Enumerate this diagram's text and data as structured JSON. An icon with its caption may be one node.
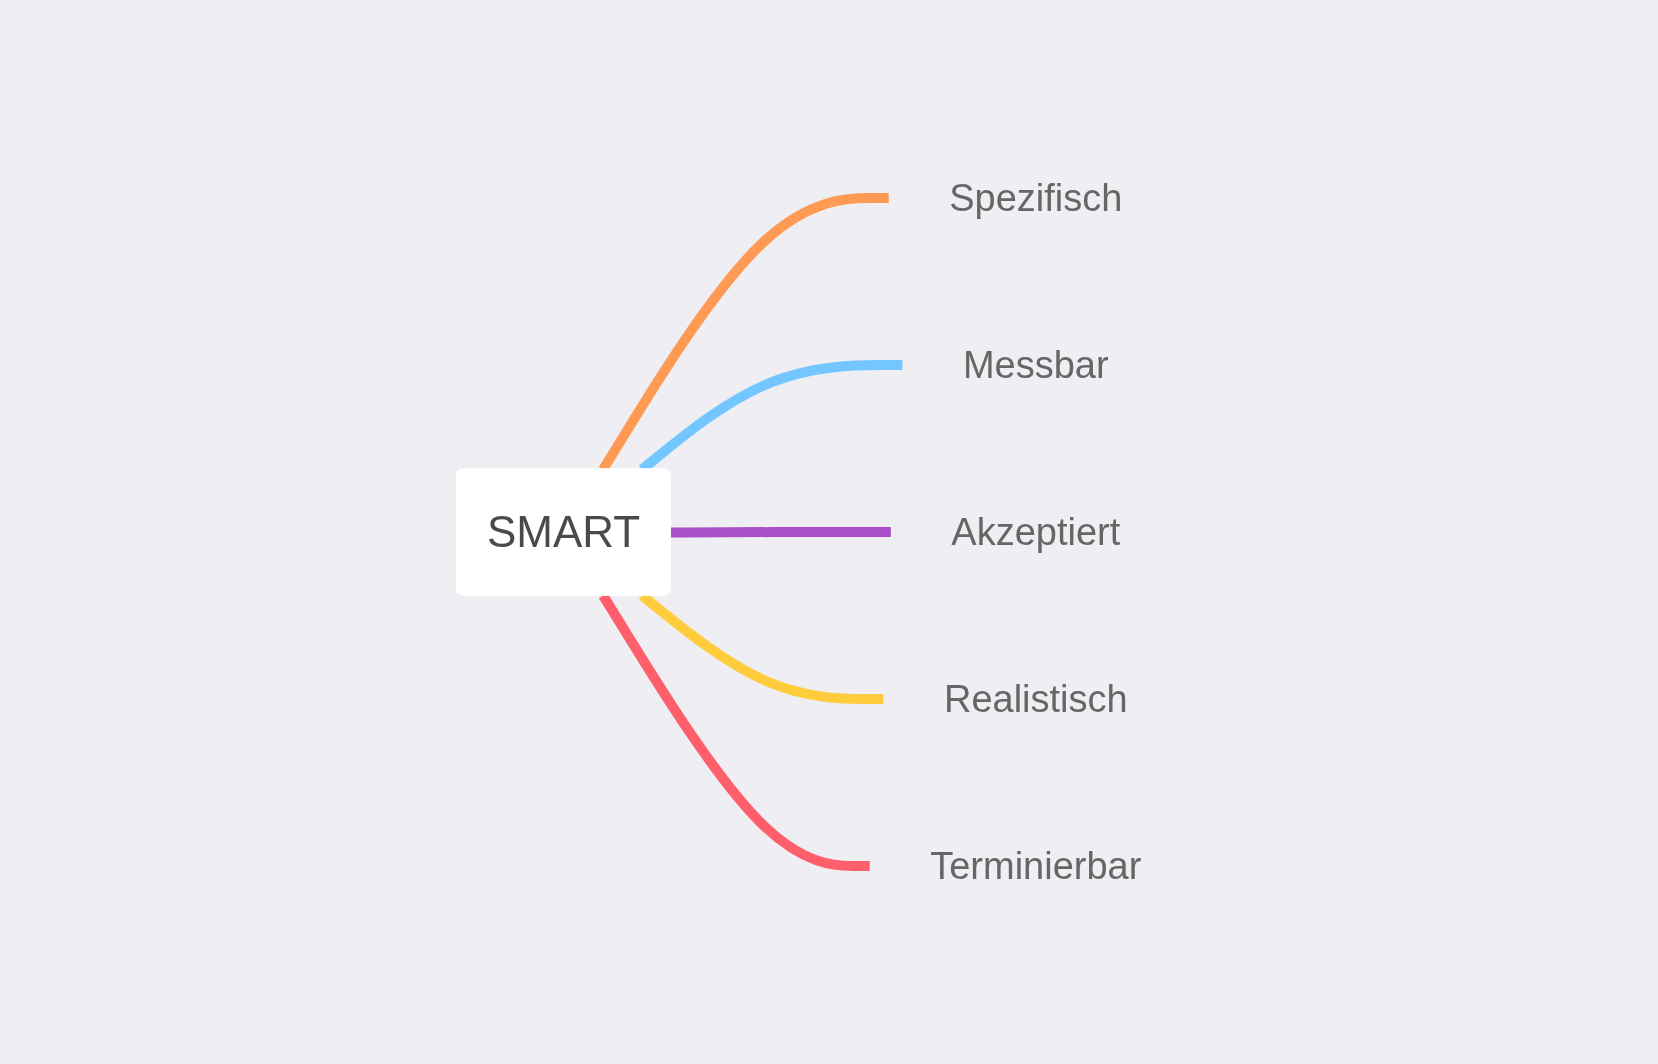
{
  "diagram": {
    "nodes": [
      {
        "text": [
          "SMART"
        ]
      },
      {
        "text": [
          "Spezifisch"
        ]
      },
      {
        "text": [
          "Messbar"
        ]
      },
      {
        "text": [
          "Akzeptiert"
        ]
      },
      {
        "text": [
          "Realistisch"
        ]
      },
      {
        "text": [
          "Terminierbar"
        ]
      }
    ],
    "edges": [
      {
        "from": 0,
        "to": 1,
        "arrow": "none",
        "color": "#ff9a55"
      },
      {
        "from": 0,
        "to": 2,
        "arrow": "none",
        "color": "#73c6ff"
      },
      {
        "from": 0,
        "to": 3,
        "arrow": "none",
        "color": "#a94fc8"
      },
      {
        "from": 0,
        "to": 4,
        "arrow": "none",
        "color": "#ffcd3c"
      },
      {
        "from": 0,
        "to": 5,
        "arrow": "none",
        "color": "#ff5f6b"
      }
    ]
  }
}
